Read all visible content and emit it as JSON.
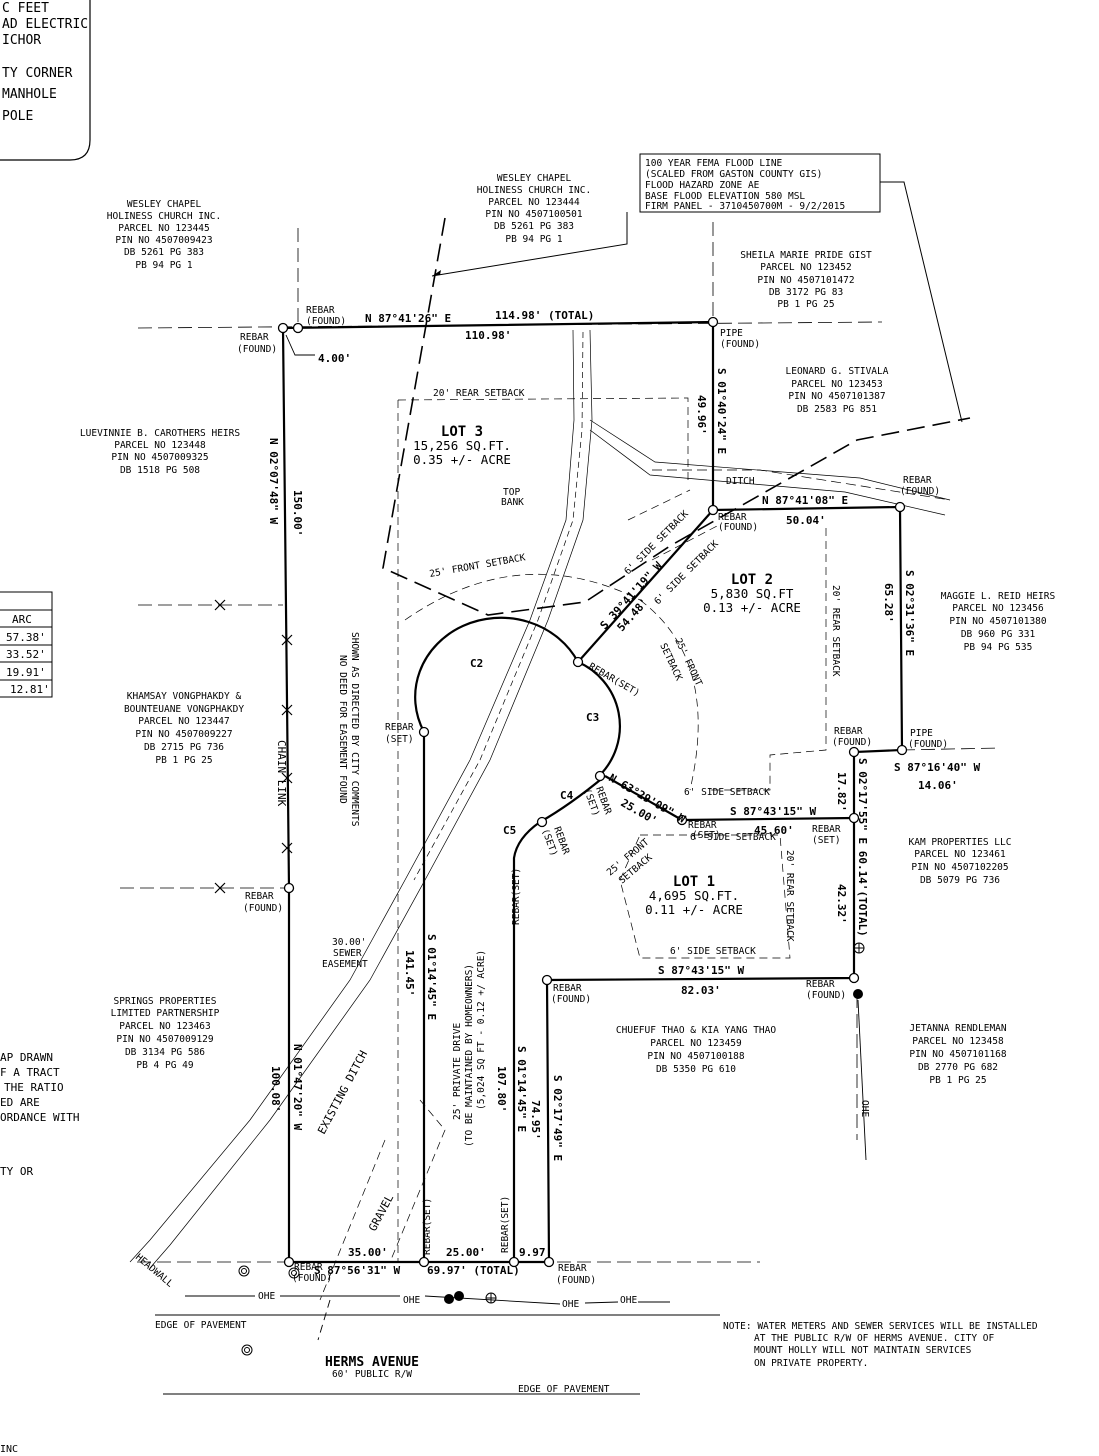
{
  "legend": {
    "lines": [
      "C FEET",
      "AD ELECTRIC",
      "ICHOR",
      "TY CORNER",
      "MANHOLE",
      "POLE"
    ]
  },
  "flood_note": [
    "100 YEAR FEMA FLOOD LINE",
    "(SCALED FROM GASTON COUNTY GIS)",
    "FLOOD HAZARD ZONE AE",
    "BASE FLOOD ELEVATION 580 MSL",
    "FIRM PANEL - 3710450700M - 9/2/2015"
  ],
  "curve_table": {
    "header": "ARC",
    "rows": [
      "57.38'",
      "33.52'",
      "19.91'",
      "12.81'"
    ]
  },
  "left_note": [
    "AP DRAWN",
    "F A TRACT",
    "THE RATIO",
    "ED ARE",
    "ORDANCE WITH",
    "TY OR"
  ],
  "owners": [
    [
      "WESLEY CHAPEL",
      "HOLINESS CHURCH INC.",
      "PARCEL NO 123445",
      "PIN NO 4507009423",
      "DB 5261 PG 383",
      "PB 94 PG 1"
    ],
    [
      "WESLEY CHAPEL",
      "HOLINESS CHURCH INC.",
      "PARCEL NO 123444",
      "PIN NO 4507100501",
      "DB 5261 PG 383",
      "PB 94 PG 1"
    ],
    [
      "SHEILA MARIE PRIDE GIST",
      "PARCEL NO 123452",
      "PIN NO 4507101472",
      "DB 3172 PG 83",
      "PB 1 PG 25"
    ],
    [
      "LEONARD G. STIVALA",
      "PARCEL NO 123453",
      "PIN NO 4507101387",
      "DB 2583 PG 851"
    ],
    [
      "LUEVINNIE B. CAROTHERS HEIRS",
      "PARCEL NO 123448",
      "PIN NO 4507009325",
      "DB 1518 PG 508"
    ],
    [
      "MAGGIE L. REID HEIRS",
      "PARCEL NO 123456",
      "PIN NO 4507101380",
      "DB 960 PG 331",
      "PB 94 PG 535"
    ],
    [
      "KHAMSAY VONGPHAKDY &",
      "BOUNTEUANE VONGPHAKDY",
      "PARCEL NO 123447",
      "PIN NO 4507009227",
      "DB 2715 PG 736",
      "PB 1 PG 25"
    ],
    [
      "KAM PROPERTIES LLC",
      "PARCEL NO 123461",
      "PIN NO 4507102205",
      "DB 5079 PG 736"
    ],
    [
      "SPRINGS PROPERTIES",
      "LIMITED PARTNERSHIP",
      "PARCEL NO 123463",
      "PIN NO 4507009129",
      "DB 3134 PG 586",
      "PB 4 PG 49"
    ],
    [
      "CHUEFUF THAO & KIA YANG THAO",
      "PARCEL NO 123459",
      "PIN NO 4507100188",
      "DB 5350 PG 610"
    ],
    [
      "JETANNA RENDLEMAN",
      "PARCEL NO 123458",
      "PIN NO 4507101168",
      "DB 2770 PG 682",
      "PB 1 PG 25"
    ]
  ],
  "lots": [
    {
      "name": "LOT 3",
      "area": "15,256 SQ.FT.",
      "acre": "0.35 +/- ACRE"
    },
    {
      "name": "LOT 2",
      "area": "5,830 SQ.FT",
      "acre": "0.13 +/- ACRE"
    },
    {
      "name": "LOT 1",
      "area": "4,695 SQ.FT.",
      "acre": "0.11 +/- ACRE"
    }
  ],
  "bearings": {
    "north_line": "N 87°41'26\" E",
    "north_total": "114.98' (TOTAL)",
    "north_part": "110.98'",
    "offset": "4.00'",
    "west_line": "N 02°07'48\" W",
    "west_dist": "150.00'",
    "lot3_east": "S 01°40'24\" E",
    "lot3_east_dist": "49.96'",
    "lot2_north": "N 87°41'08\" E",
    "lot2_north_dist": "50.04'",
    "lot2_diag": "S 39°41'19\" W",
    "lot2_diag_dist": "54.48'",
    "lot2_east": "S 02°31'36\" E",
    "lot2_east_dist": "65.28'",
    "jog": "S 87°16'40\" W",
    "jog_dist": "14.06'",
    "east_main": "S 02°17'55\" E 60.14'(TOTAL)",
    "east_a": "17.82'",
    "east_b": "42.32'",
    "n63": "N 63°29'09\" W",
    "n63_dist": "25.00'",
    "s87a": "S 87°43'15\" W",
    "s87a_dist": "45.60'",
    "s87b": "S 87°43'15\" W",
    "s87b_dist": "82.03'",
    "drive_w": "S 01°14'45\" E",
    "drive_w_dist": "141.45'",
    "drive_e": "S 01°14'45\" E",
    "drive_e_dist": "107.80'",
    "lot1_w": "S 02°17'49\" E",
    "lot1_w_dist": "74.95'",
    "south_w": "N 01°47'20\" W",
    "south_w_dist": "100.08'",
    "bottom": "S 87°56'31\" W",
    "bottom_total": "69.97' (TOTAL)",
    "b1": "35.00'",
    "b2": "25.00'",
    "b3": "9.97'"
  },
  "curves": [
    "C2",
    "C3",
    "C4",
    "C5"
  ],
  "misc": {
    "rebar_found": "REBAR",
    "found": "(FOUND)",
    "rebar_set": "REBAR",
    "set": "(SET)",
    "rebar_set_inline": "REBAR(SET)",
    "pipe": "PIPE",
    "rear_setback": "20' REAR SETBACK",
    "front_setback": "25' FRONT SETBACK",
    "front_setback_a": "25' FRONT",
    "front_setback_b": "SETBACK",
    "side_setback": "6' SIDE SETBACK",
    "ditch": "DITCH",
    "top": "TOP",
    "bank": "BANK",
    "no_deed_a": "NO DEED FOR EASEMENT FOUND",
    "no_deed_b": "SHOWN AS DIRECTED BY CITY COMMENTS",
    "chain_link": "CHAIN LINK",
    "sewer_a": "30.00'",
    "sewer_b": "SEWER",
    "sewer_c": "EASEMENT",
    "private_a": "25' PRIVATE DRIVE",
    "private_b": "(TO BE MAINTAINED BY HOMEOWNERS)",
    "private_c": "(5,024 SQ FT - 0.12 +/ ACRE)",
    "existing_ditch": "EXISTING DITCH",
    "gravel": "GRAVEL",
    "headwall": "HEADWALL",
    "ohe": "OHE",
    "edge_pavement": "EDGE OF PAVEMENT",
    "road": "HERMS AVENUE",
    "row": "60' PUBLIC R/W",
    "note": [
      "NOTE: WATER METERS AND SEWER SERVICES WILL BE INSTALLED",
      "AT THE PUBLIC R/W OF HERMS AVENUE. CITY OF",
      "MOUNT HOLLY WILL NOT MAINTAIN SERVICES",
      "ON PRIVATE PROPERTY."
    ],
    "corner": "INC"
  }
}
